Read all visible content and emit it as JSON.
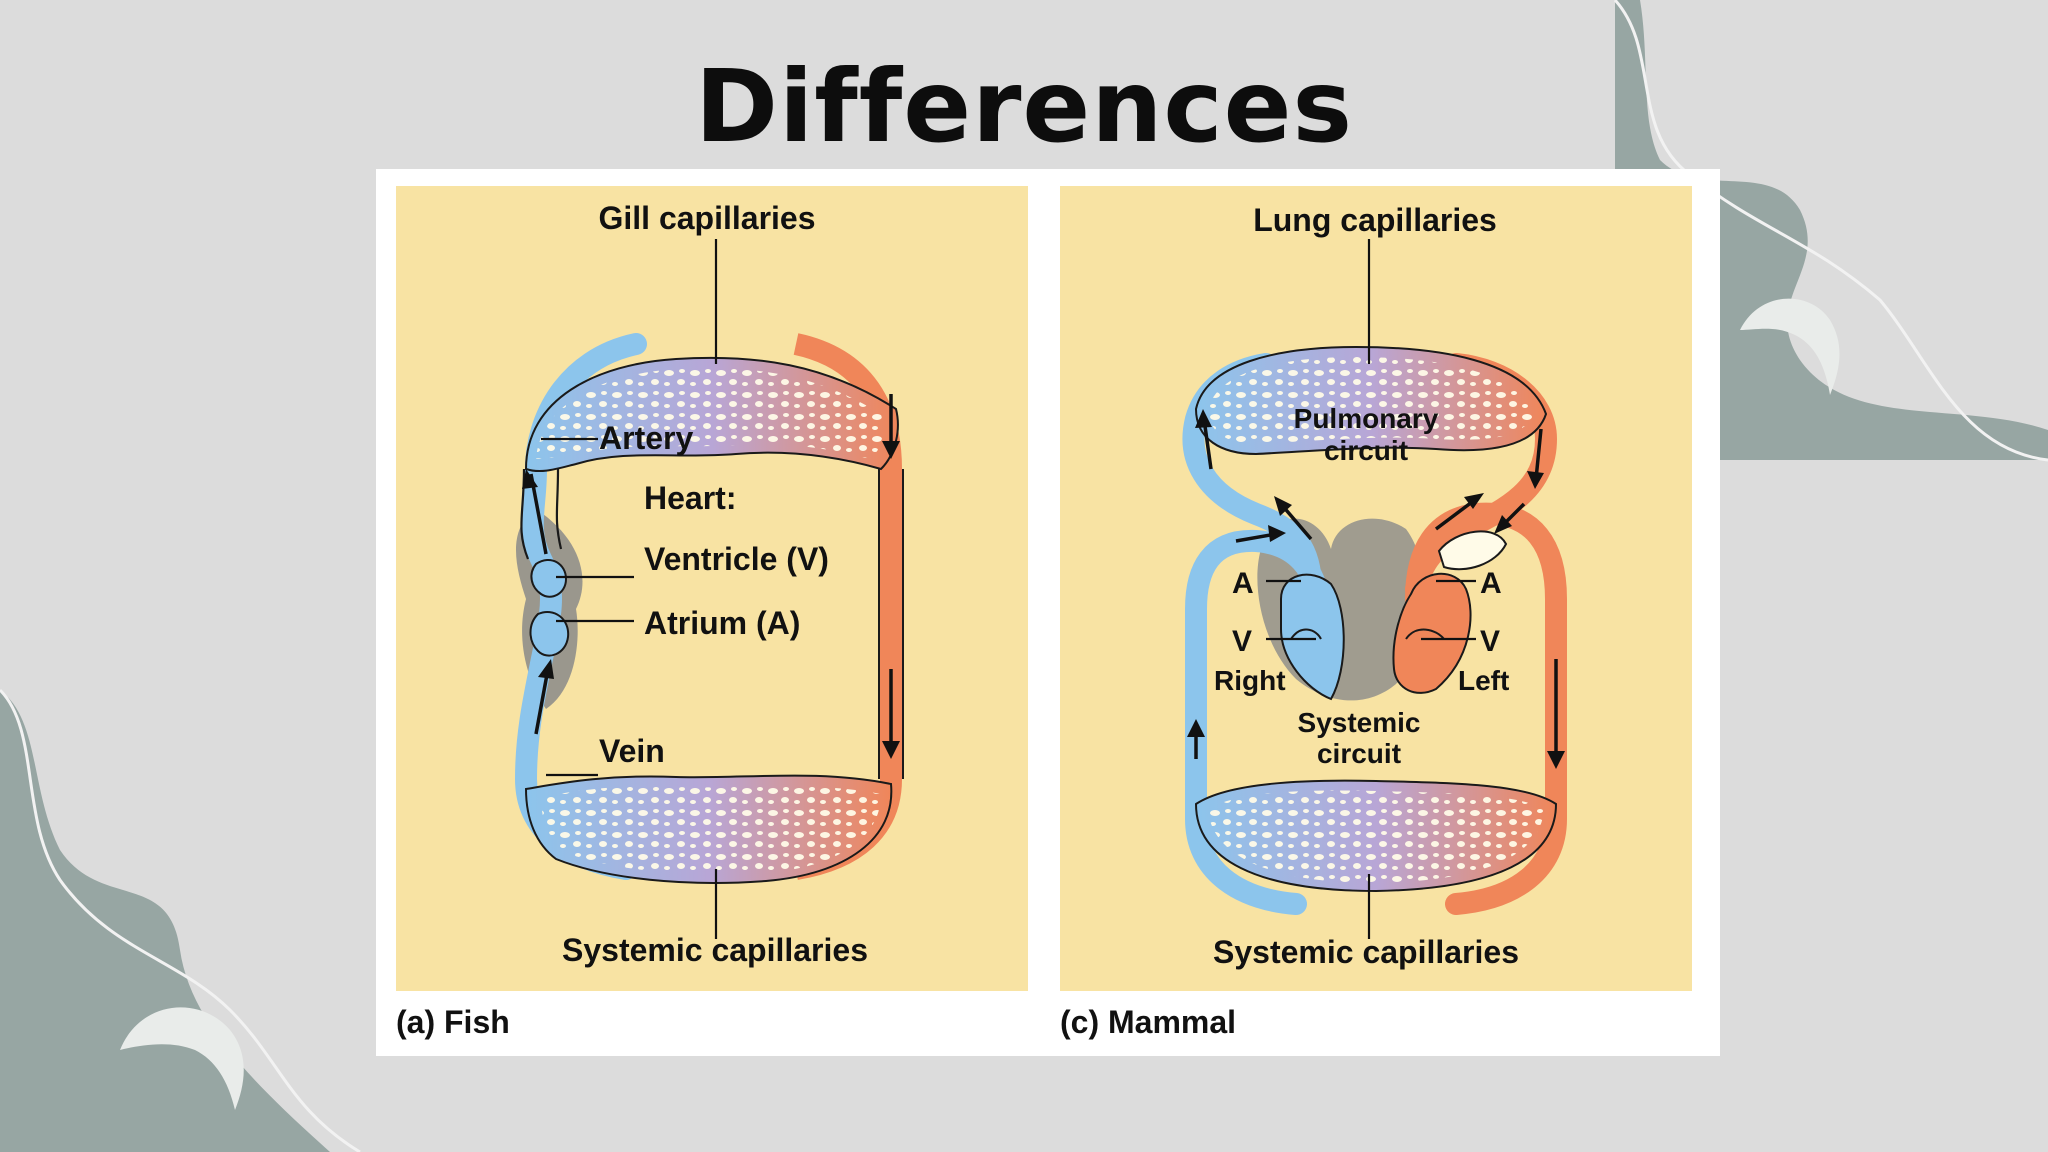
{
  "slide": {
    "title": "Differences"
  },
  "fish_panel": {
    "caption": "(a) Fish",
    "top_capillaries": "Gill capillaries",
    "bottom_capillaries": "Systemic capillaries",
    "artery": "Artery",
    "heart": "Heart:",
    "ventricle": "Ventricle (V)",
    "atrium": "Atrium (A)",
    "vein": "Vein"
  },
  "mammal_panel": {
    "caption": "(c) Mammal",
    "top_capillaries": "Lung capillaries",
    "bottom_capillaries": "Systemic capillaries",
    "pulmonary_line1": "Pulmonary",
    "pulmonary_line2": "circuit",
    "systemic_line1": "Systemic",
    "systemic_line2": "circuit",
    "right_atrium": "A",
    "left_atrium": "A",
    "right_ventricle": "V",
    "left_ventricle": "V",
    "right_side": "Right",
    "left_side": "Left"
  },
  "colors": {
    "background": "#dcdcdc",
    "decoration": "#97a6a3",
    "panel": "#f8e3a3",
    "oxygen_poor": "#8cc5ec",
    "oxygen_rich": "#f08659",
    "capillary_mix": "#b8a6d6"
  }
}
